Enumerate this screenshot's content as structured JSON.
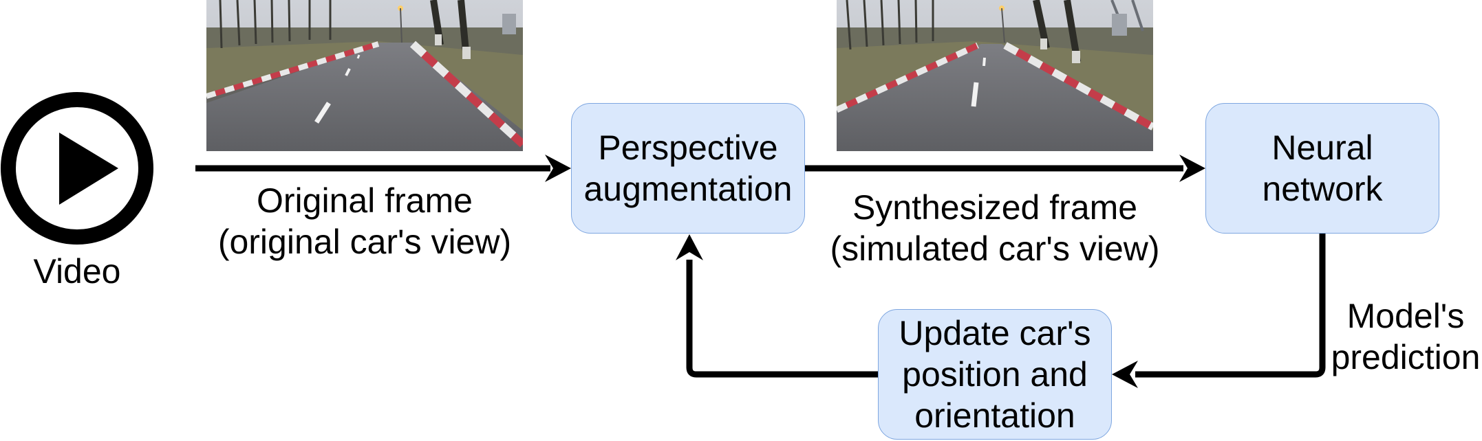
{
  "colors": {
    "box_fill": "#dae8fc",
    "box_border": "#7ea6e0",
    "line": "#000000"
  },
  "video": {
    "icon": "play-circle-icon",
    "label": "Video"
  },
  "original_frame": {
    "image": "road-photo-original-view",
    "caption": "Original frame\n(original car's view)"
  },
  "synthesized_frame": {
    "image": "road-photo-simulated-view",
    "caption": "Synthesized frame\n(simulated car's view)"
  },
  "boxes": {
    "perspective": "Perspective\naugmentation",
    "neural": "Neural\nnetwork",
    "update": "Update car's\nposition and\norientation"
  },
  "edge_labels": {
    "prediction": "Model's\nprediction"
  }
}
